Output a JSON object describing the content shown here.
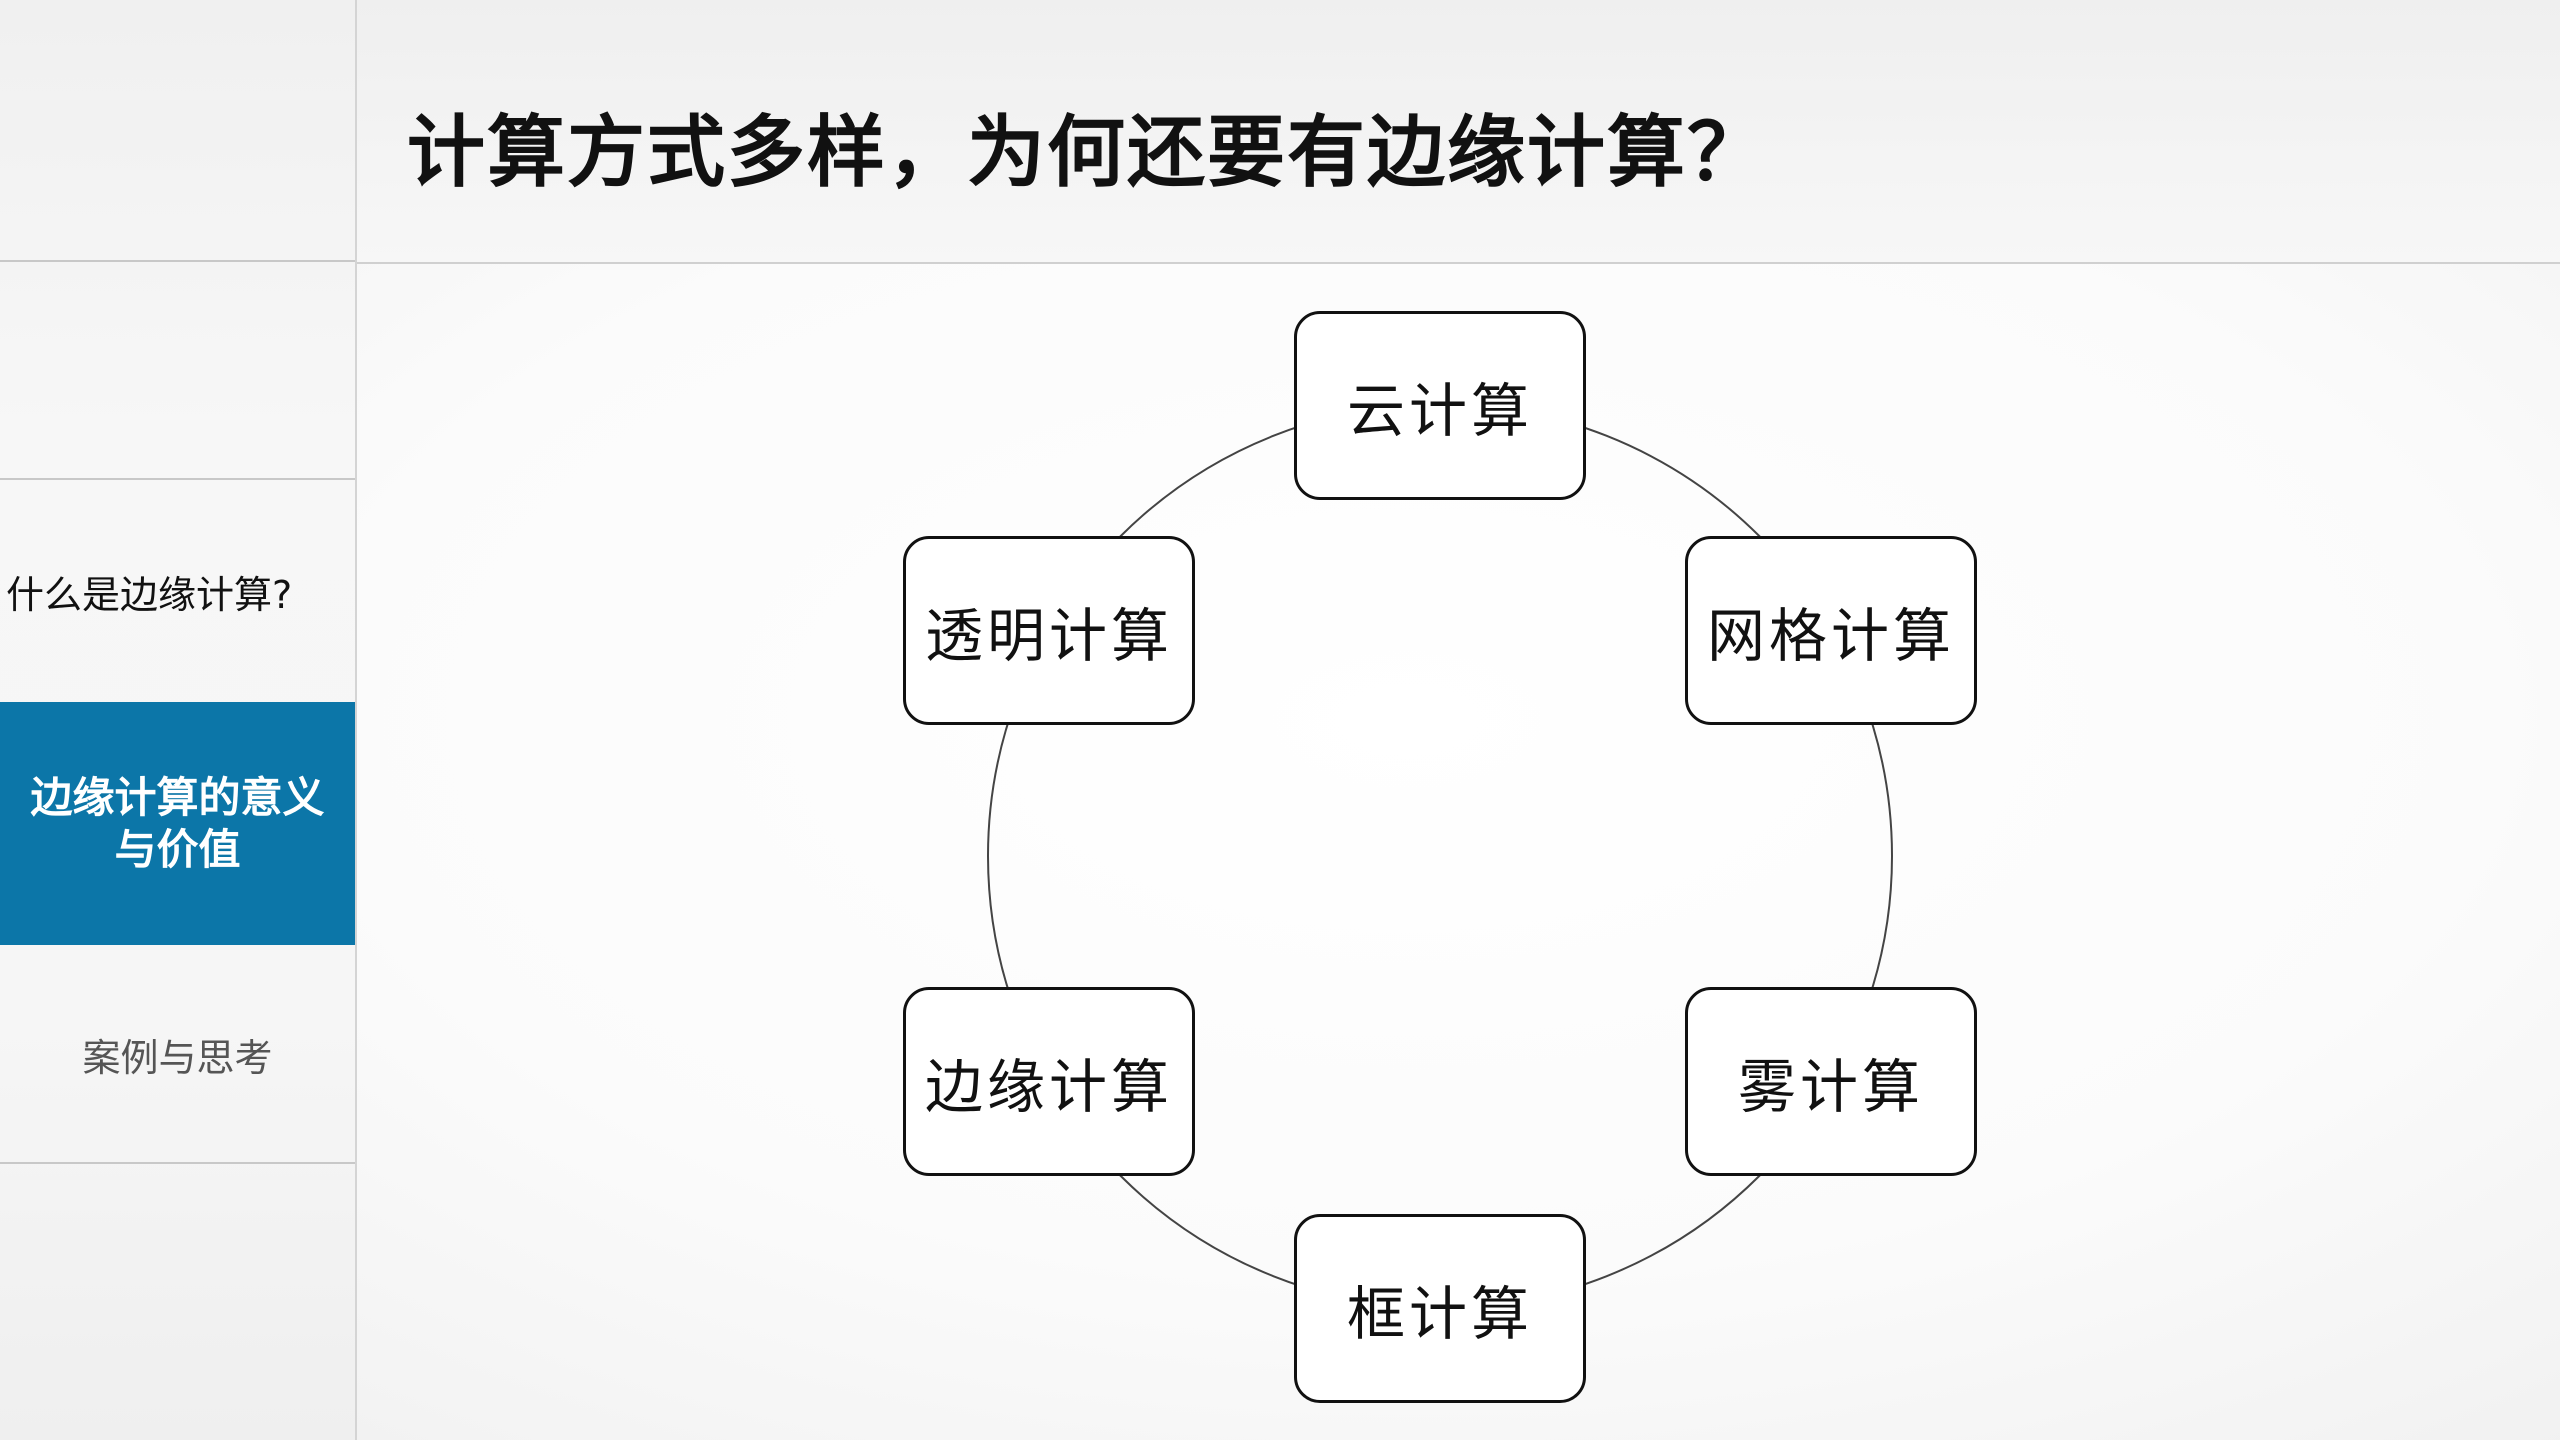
{
  "header": {
    "title": "计算方式多样，为何还要有边缘计算？"
  },
  "sidebar": {
    "items": [
      {
        "label": "什么是边缘计算?",
        "state": "normal"
      },
      {
        "label_line1": "边缘计算的意义",
        "label_line2": "与价值",
        "state": "active"
      },
      {
        "label": "案例与思考",
        "state": "muted"
      }
    ],
    "active_color": "#0c76a8"
  },
  "diagram": {
    "nodes": [
      {
        "label": "云计算"
      },
      {
        "label": "网格计算"
      },
      {
        "label": "雾计算"
      },
      {
        "label": "框计算"
      },
      {
        "label": "边缘计算"
      },
      {
        "label": "透明计算"
      }
    ]
  }
}
